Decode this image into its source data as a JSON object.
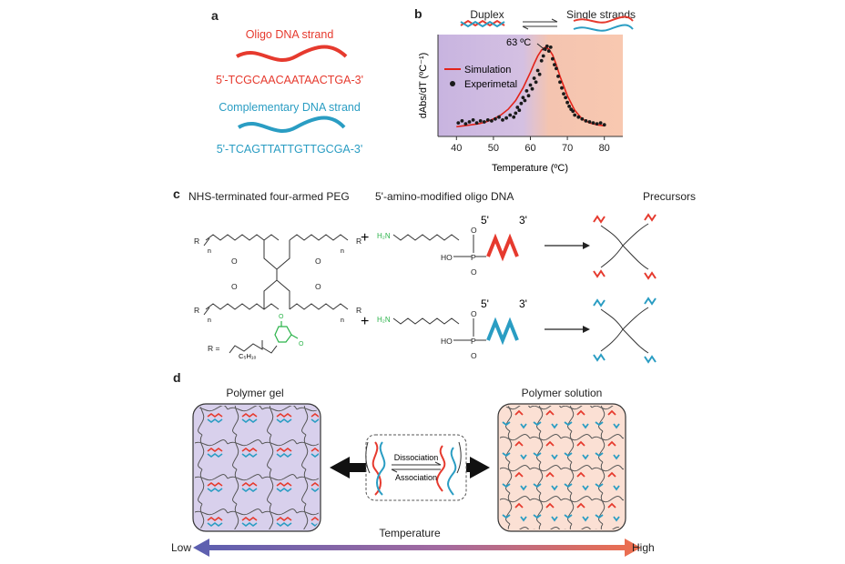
{
  "panel_a": {
    "letter": "a",
    "oligo_label": "Oligo DNA strand",
    "oligo_seq": "5'-TCGCAACAATAACTGA-3'",
    "comp_label": "Complementary DNA strand",
    "comp_seq": "5'-TCAGTTATTGTTGCGA-3'",
    "colors": {
      "red": "#e63a2e",
      "blue": "#2a9dc3"
    }
  },
  "panel_b": {
    "letter": "b",
    "state_left": "Duplex",
    "state_right": "Single strands",
    "peak_label": "63 ºC",
    "legend_simulation": "Simulation",
    "legend_experimental": "Experimetal"
  },
  "chart_data": {
    "type": "line",
    "xlabel": "Temperature (ºC)",
    "ylabel": "dAbs/dT (ºC⁻¹)",
    "xlim": [
      35,
      85
    ],
    "ylim": [
      0,
      1.05
    ],
    "xticks": [
      "40",
      "50",
      "60",
      "70",
      "80"
    ],
    "background": {
      "low_color": "#c8b4e0",
      "high_color": "#f8c8b0"
    },
    "legend_position": "top-left",
    "series": [
      {
        "name": "Simulation",
        "kind": "line",
        "color": "#e2231a",
        "x": [
          40,
          42,
          44,
          46,
          48,
          50,
          52,
          54,
          56,
          58,
          60,
          61,
          62,
          63,
          64,
          65,
          66,
          67,
          68,
          70,
          72,
          74,
          76,
          78,
          80
        ],
        "y": [
          0.1,
          0.11,
          0.12,
          0.13,
          0.15,
          0.18,
          0.22,
          0.28,
          0.37,
          0.5,
          0.66,
          0.75,
          0.83,
          0.89,
          0.92,
          0.9,
          0.84,
          0.74,
          0.62,
          0.42,
          0.27,
          0.18,
          0.14,
          0.12,
          0.11
        ]
      },
      {
        "name": "Experimetal",
        "kind": "scatter",
        "color": "#1a1a1a",
        "x": [
          40.5,
          41.5,
          42.5,
          43.5,
          44.5,
          45.5,
          46.5,
          47.5,
          48.5,
          49.5,
          50.5,
          51.5,
          52.5,
          53.5,
          54.5,
          55.5,
          56.0,
          56.5,
          57.0,
          57.5,
          58.0,
          58.5,
          59.0,
          59.5,
          60.0,
          60.5,
          61.0,
          61.5,
          62.0,
          62.5,
          63.0,
          63.5,
          64.0,
          64.5,
          65.0,
          65.5,
          66.0,
          66.5,
          67.0,
          67.5,
          68.0,
          68.5,
          69.0,
          69.5,
          70.0,
          70.5,
          71.0,
          71.5,
          72.0,
          73.0,
          74.0,
          75.0,
          76.0,
          77.0,
          78.0,
          79.0,
          80.0
        ],
        "y": [
          0.14,
          0.16,
          0.13,
          0.15,
          0.17,
          0.14,
          0.16,
          0.15,
          0.17,
          0.16,
          0.18,
          0.2,
          0.17,
          0.19,
          0.22,
          0.2,
          0.24,
          0.3,
          0.27,
          0.34,
          0.4,
          0.37,
          0.47,
          0.42,
          0.53,
          0.49,
          0.6,
          0.56,
          0.68,
          0.64,
          0.78,
          0.83,
          0.9,
          0.93,
          0.88,
          0.92,
          0.8,
          0.74,
          0.7,
          0.62,
          0.56,
          0.5,
          0.44,
          0.4,
          0.35,
          0.31,
          0.28,
          0.26,
          0.22,
          0.2,
          0.18,
          0.16,
          0.15,
          0.14,
          0.13,
          0.14,
          0.12
        ]
      }
    ]
  },
  "panel_c": {
    "letter": "c",
    "peg_label": "NHS-terminated four-armed PEG",
    "oligo_label": "5'-amino-modified oligo DNA",
    "precursor_label": "Precursors",
    "plus": "+",
    "r_definition": "R =",
    "nh2": "H₂N",
    "ho": "HO",
    "p": "P",
    "o": "O",
    "five_prime": "5'",
    "three_prime": "3'",
    "r": "R",
    "n": "n",
    "c5h10": "C₅H₁₀",
    "colors": {
      "green": "#2bb34a",
      "red": "#e63a2e",
      "blue": "#2a9dc3"
    }
  },
  "panel_d": {
    "letter": "d",
    "gel_label": "Polymer gel",
    "solution_label": "Polymer solution",
    "dissociation": "Dissociation",
    "association": "Association",
    "temperature": "Temperature",
    "low": "Low",
    "high": "High",
    "colors": {
      "gel_bg": "#d8d0ec",
      "solution_bg": "#fbe0d4",
      "arrow_low": "#5b5fb0",
      "arrow_high": "#ef6e4c"
    }
  }
}
